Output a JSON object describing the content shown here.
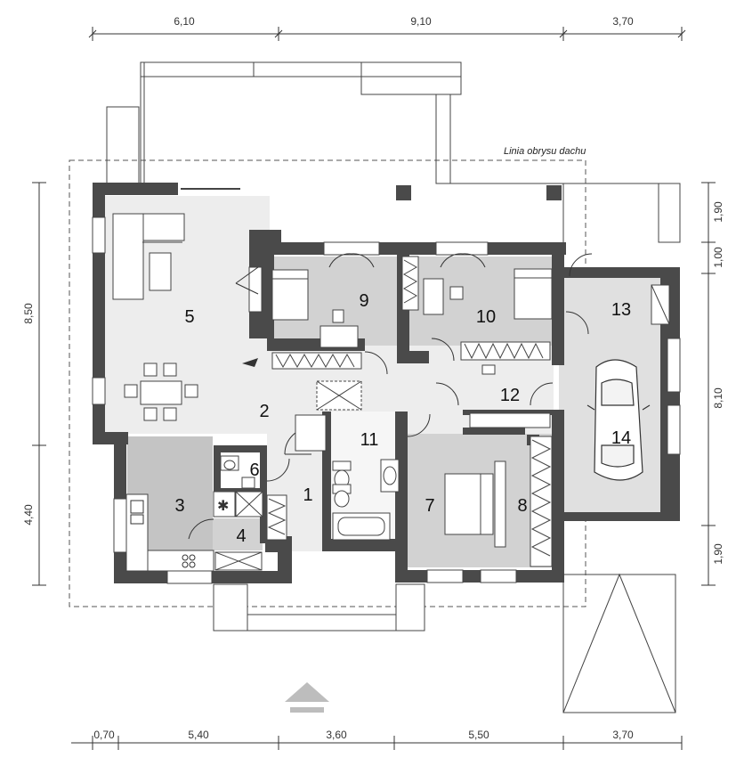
{
  "dimensions": {
    "top": [
      "6,10",
      "9,10",
      "3,70"
    ],
    "bottom": [
      "0,70",
      "5,40",
      "3,60",
      "5,50",
      "3,70"
    ],
    "left": [
      "8,50",
      "4,40"
    ],
    "right": [
      "1,90",
      "1,00",
      "8,10",
      "1,90"
    ]
  },
  "rooms": [
    "1",
    "2",
    "3",
    "4",
    "5",
    "6",
    "7",
    "8",
    "9",
    "10",
    "11",
    "12",
    "13",
    "14"
  ],
  "roof_note": "Linia obrysu dachu",
  "colors": {
    "wall": "#4a4a4a",
    "floor_day": "#ededed",
    "floor_room": "#d2d2d2",
    "floor_kitchen": "#c4c4c4"
  },
  "icons": [
    "entrance-arrow-icon",
    "car-icon",
    "bed-icon",
    "stove-icon",
    "bathtub-icon",
    "fireplace-icon"
  ]
}
